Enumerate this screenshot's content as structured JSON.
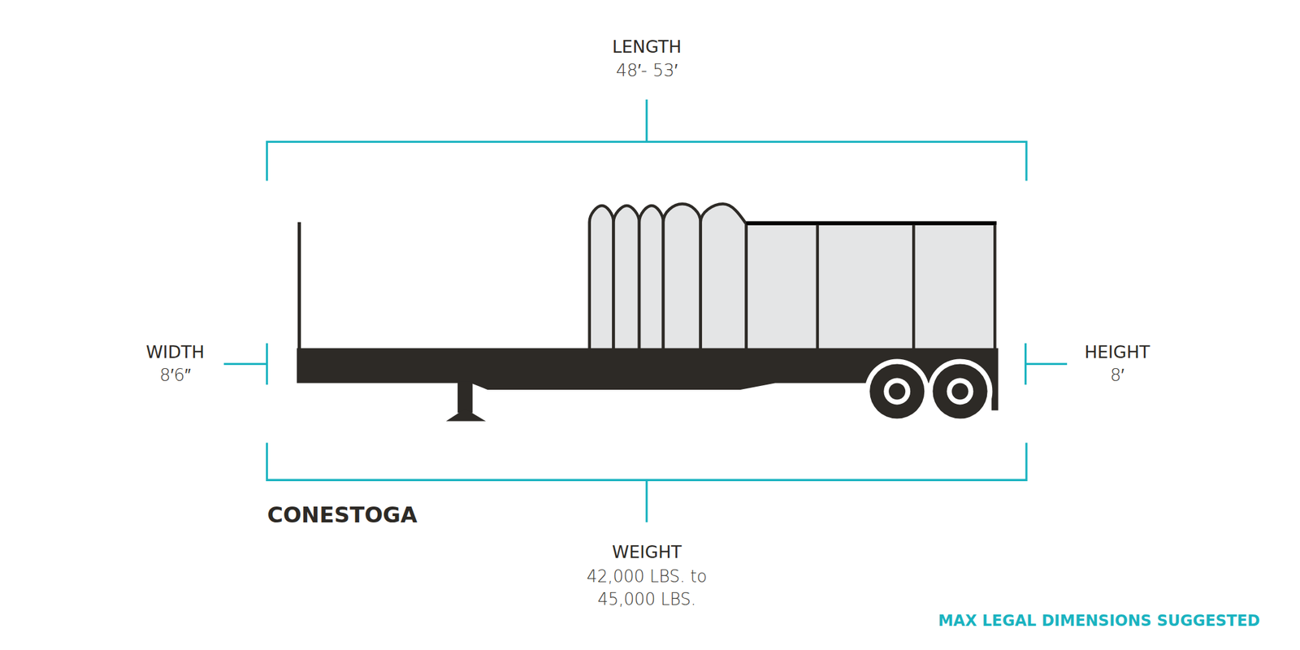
{
  "diagram": {
    "title": "CONESTOGA",
    "labels": [
      "LENGTH",
      "48′- 53′",
      "WIDTH",
      "8′6″",
      "HEIGHT",
      "8′",
      "WEIGHT",
      "42,000 LBS. to 45,000 LBS.",
      "MAX LEGAL DIMENSIONS SUGGESTED"
    ]
  }
}
